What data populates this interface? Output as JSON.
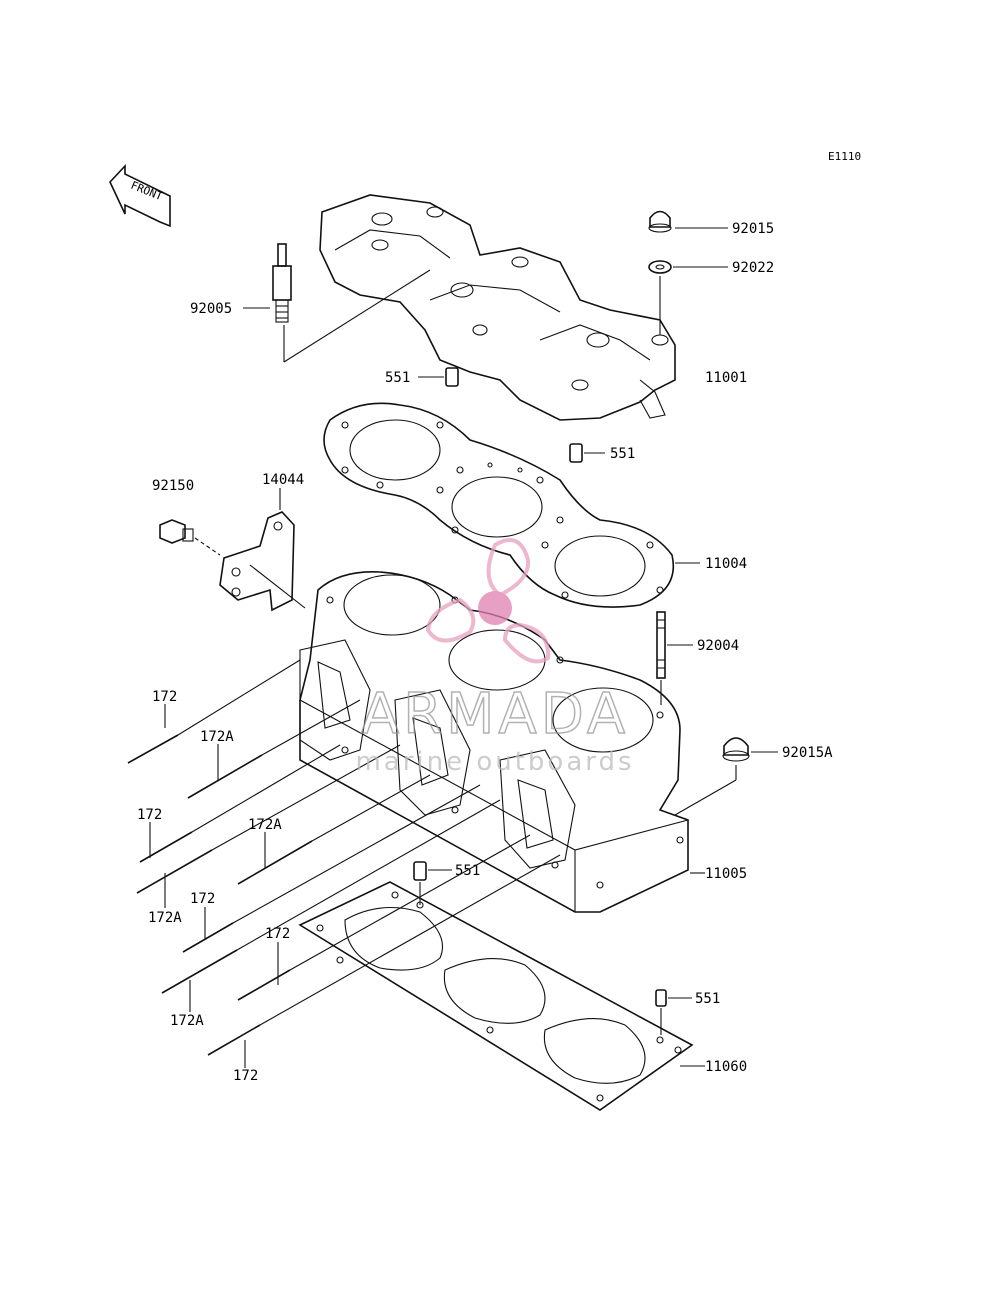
{
  "diagram_code": "E1110",
  "front_label": "FRONT",
  "parts": {
    "p92015": "92015",
    "p92022": "92022",
    "p92005": "92005",
    "p11001": "11001",
    "p551_a": "551",
    "p551_b": "551",
    "p551_c": "551",
    "p551_d": "551",
    "p92150": "92150",
    "p14044": "14044",
    "p11004": "11004",
    "p92004": "92004",
    "p92015A": "92015A",
    "p11005": "11005",
    "p11060": "11060",
    "p172_a": "172",
    "p172_b": "172",
    "p172_c": "172",
    "p172_d": "172",
    "p172_e": "172",
    "p172A_a": "172A",
    "p172A_b": "172A",
    "p172A_c": "172A",
    "p172A_d": "172A"
  },
  "watermark": {
    "brand": "ARMADA",
    "tagline": "marine outboards",
    "color": "#e8a0c0"
  }
}
